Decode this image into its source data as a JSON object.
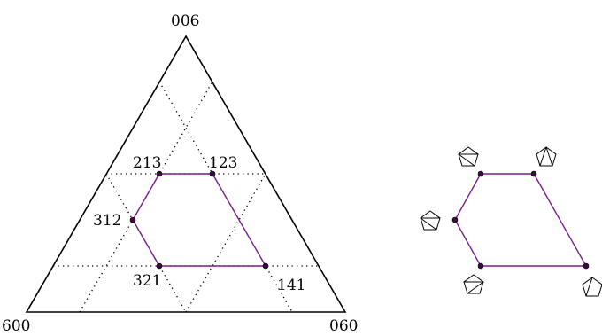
{
  "diagram": {
    "vertex_labels": {
      "top": "006",
      "bottom_left": "600",
      "bottom_right": "060"
    },
    "point_labels": [
      "213",
      "123",
      "312",
      "321",
      "141"
    ],
    "colors": {
      "outline": "#000000",
      "polygon": "#7a1f8c",
      "point": "#3a0a40",
      "grid": "#000000"
    },
    "grid_style": "dotted"
  }
}
